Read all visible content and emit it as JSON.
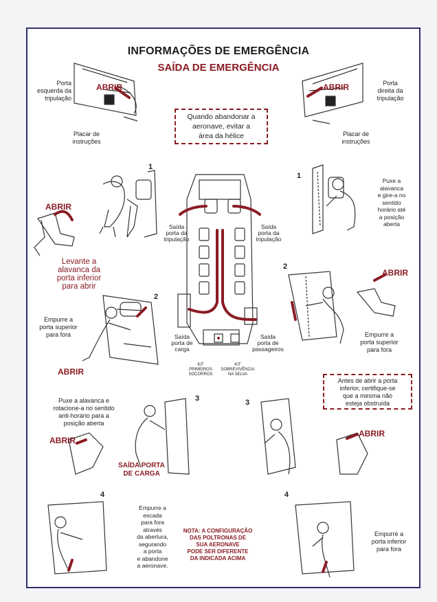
{
  "header": {
    "title": "INFORMAÇÕES DE EMERGÊNCIA",
    "subtitle": "SAÍDA DE EMERGÊNCIA"
  },
  "top": {
    "left_door_label": [
      "Porta",
      "esquerda da",
      "tripulação"
    ],
    "right_door_label": [
      "Porta",
      "direita da",
      "tripulação"
    ],
    "abrir": "ABRIR",
    "placard_left": [
      "Placar de",
      "instruções"
    ],
    "placard_right": [
      "Placar de",
      "instruções"
    ],
    "propeller_warning": [
      "Quando abandonar a",
      "aeronave, evitar a",
      "área da hélice"
    ]
  },
  "crew_left": {
    "step1": "1",
    "abrir": "ABRIR",
    "instruction": [
      "Levante a",
      "alavanca da",
      "porta inferior",
      "para abrir"
    ],
    "step2": "2",
    "instruction2": [
      "Empurre a",
      "porta superior",
      "para fora"
    ],
    "abrir2": "ABRIR"
  },
  "crew_right": {
    "step1": "1",
    "instruction": [
      "Puxe a",
      "alavanca",
      "e gire-a no",
      "sentido",
      "horário até",
      "a posição",
      "aberta"
    ],
    "step2": "2",
    "abrir": "ABRIR",
    "instruction2": [
      "Empurre a",
      "porta superior",
      "para fora"
    ]
  },
  "plane": {
    "exit_crew_left": [
      "Saída",
      "porta da",
      "tripulação"
    ],
    "exit_crew_right": [
      "Saída",
      "porta da",
      "tripulação"
    ],
    "exit_cargo": [
      "Saída",
      "porta de",
      "carga"
    ],
    "exit_passenger": [
      "Saída",
      "porta de",
      "passageiros"
    ],
    "kit_first_aid": [
      "KIT",
      "PRIMEIROS",
      "SOCORROS"
    ],
    "kit_jungle": [
      "KIT",
      "SOBREVIVÊNCIA",
      "NA SELVA"
    ]
  },
  "cargo": {
    "instruction": [
      "Puxe a alavanca e",
      "rotacione-a no sentido",
      "anti-horário para a",
      "posição aberta"
    ],
    "abrir": "ABRIR",
    "step3": "3",
    "label": [
      "SAÍDA PORTA",
      "DE CARGA"
    ],
    "step4": "4",
    "instruction4": [
      "Empurre a",
      "escada",
      "para fora",
      "através",
      "da abertura,",
      "segurando",
      "a porta",
      "e abandone",
      "a aeronave."
    ]
  },
  "passenger": {
    "warning": [
      "Antes de abrir a porta",
      "inferior, certifique-se",
      "que a mesma não",
      "esteja obstruída"
    ],
    "step3": "3",
    "abrir": "ABRIR",
    "step4": "4",
    "instruction4": [
      "Empurre a",
      "porta inferior",
      "para fora"
    ]
  },
  "note": [
    "NOTA: A CONFIGURAÇÃO",
    "DAS POLTRONAS DE",
    "SUA AERONAVE",
    "PODE SER DIFERENTE",
    "DA INDICADA ACIMA"
  ],
  "colors": {
    "accent": "#8a1c24",
    "frame": "#2c2e6a"
  }
}
